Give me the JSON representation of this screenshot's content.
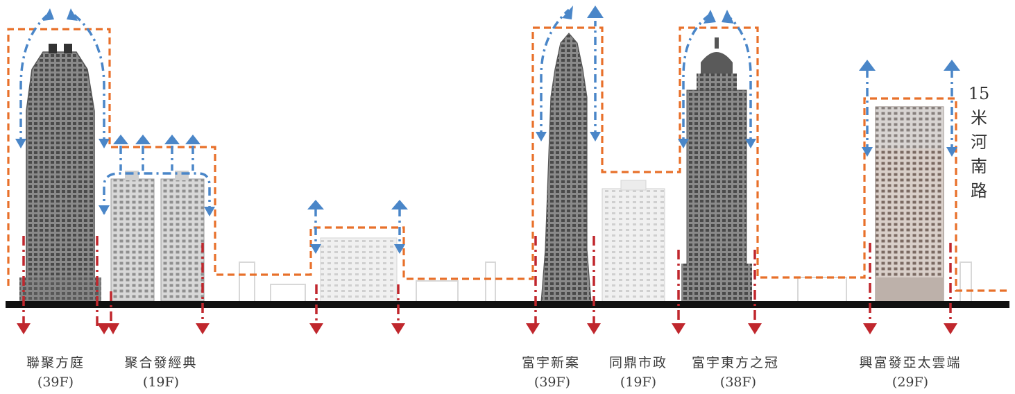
{
  "colors": {
    "envelope": "#e8702a",
    "sky_view": "#4a86c8",
    "setback": "#c0272d",
    "ground": "#111111",
    "building_dark": "#6e6e6e",
    "building_light": "#cfcfcf",
    "text": "#3a3a3a"
  },
  "buildings": [
    {
      "name": "聯聚方庭",
      "floors": "(39F)"
    },
    {
      "name": "聚合發經典",
      "floors": "(19F)"
    },
    {
      "name": "富宇新案",
      "floors": "(39F)"
    },
    {
      "name": "同鼎市政",
      "floors": "(19F)"
    },
    {
      "name": "富宇東方之冠",
      "floors": "(38F)"
    },
    {
      "name": "興富發亞太雲端",
      "floors": "(29F)"
    }
  ],
  "road_label": [
    "15",
    "米",
    "河",
    "南",
    "路"
  ],
  "icons": [
    "up-arrow-icon",
    "down-arrow-icon"
  ]
}
